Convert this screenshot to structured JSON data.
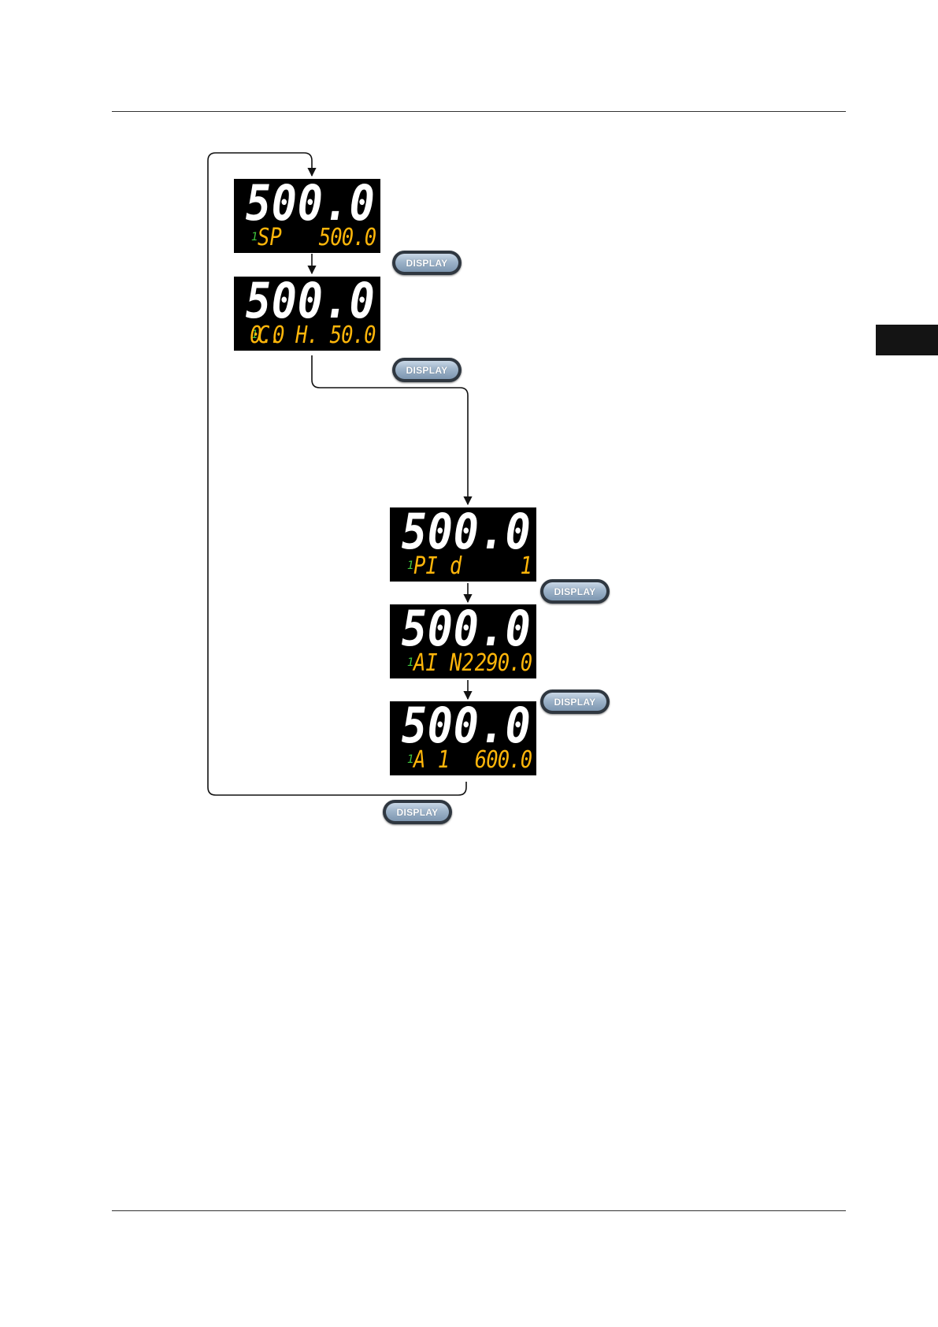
{
  "colors": {
    "panel_background": "#000000",
    "pv_color": "#ffffff",
    "index_color": "#3fc63c",
    "param_color": "#ffb60a",
    "key_color": "#9db3c9"
  },
  "flow": {
    "panels": [
      {
        "pv": "500.0",
        "index": "1",
        "param": "SP",
        "value": "500.0"
      },
      {
        "pv": "500.0",
        "index": "1",
        "param": "C.",
        "value": "0.0 H. 50.0"
      },
      {
        "pv": "500.0",
        "index": "1",
        "param": "PI d",
        "value": "1"
      },
      {
        "pv": "500.0",
        "index": "1",
        "param": "AI N2",
        "value": "290.0"
      },
      {
        "pv": "500.0",
        "index": "1",
        "param": "A 1",
        "value": "600.0"
      }
    ],
    "keys": [
      {
        "label": "DISPLAY"
      },
      {
        "label": "DISPLAY"
      },
      {
        "label": "DISPLAY"
      },
      {
        "label": "DISPLAY"
      },
      {
        "label": "DISPLAY"
      }
    ]
  }
}
